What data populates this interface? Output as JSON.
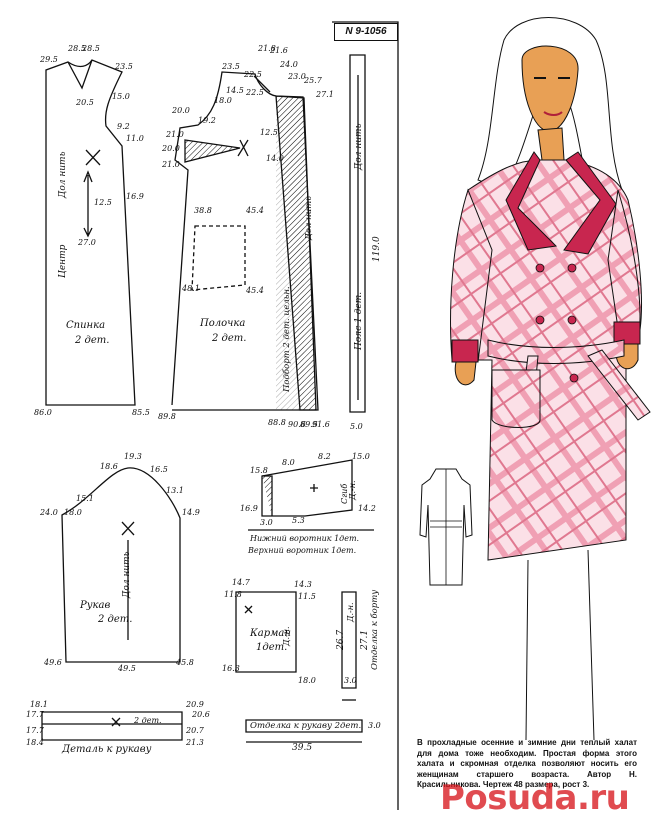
{
  "pattern_number": "N 9-1056",
  "pieces": {
    "back": {
      "name": "Спинка",
      "count": "2 дет.",
      "grain": "Дол нить",
      "center": "Центр",
      "measurements": [
        "29.5",
        "28.5",
        "28.5",
        "23.5",
        "20.5",
        "15.0",
        "9.2",
        "11.0",
        "16.9",
        "12.5",
        "27.0",
        "86.0",
        "85.5"
      ]
    },
    "front": {
      "name": "Полочка",
      "count": "2 дет.",
      "facing": "Подборт 2 дет. цельн.",
      "grain": "Дол нить",
      "measurements": [
        "23.5",
        "22.5",
        "21.8",
        "21.6",
        "24.0",
        "23.0",
        "22.5",
        "25.7",
        "27.1",
        "20.0",
        "19.2",
        "18.0",
        "14.5",
        "21.0",
        "20.0",
        "21.0",
        "12.5",
        "14.0",
        "38.8",
        "45.4",
        "48.1",
        "45.4",
        "89.8",
        "88.8",
        "90.6",
        "89.5",
        "91.6"
      ]
    },
    "belt": {
      "name": "Пояс 1 дет.",
      "grain": "Дол нить",
      "length": "119.0",
      "width": "5.0"
    },
    "sleeve": {
      "name": "Рукав",
      "count": "2 дет.",
      "grain": "Дол нить",
      "measurements": [
        "19.3",
        "18.6",
        "16.5",
        "15.1",
        "18.0",
        "13.1",
        "24.0",
        "14.9",
        "49.6",
        "49.5",
        "45.8"
      ]
    },
    "collar": {
      "lower": "Нижний воротник 1дет.",
      "upper": "Верхний воротник 1дет.",
      "fold": "Сгиб",
      "grain": "Д.-н.",
      "measurements": [
        "15.8",
        "8.0",
        "8.2",
        "15.0",
        "16.9",
        "5.3",
        "3.0",
        "14.2"
      ]
    },
    "pocket": {
      "name": "Карман",
      "count": "1дет.",
      "grain": "Д.-н.",
      "measurements": [
        "14.7",
        "11.8",
        "14.3",
        "11.5",
        "16.3",
        "18.0"
      ]
    },
    "cuff_trim": {
      "name": "Деталь к рукаву",
      "count": "2 дет.",
      "measurements": [
        "18.1",
        "17.7",
        "17.7",
        "18.4",
        "20.9",
        "20.6",
        "20.7",
        "21.3"
      ]
    },
    "sleeve_trim": {
      "name": "Отделка к рукаву 2дет.",
      "length": "39.5",
      "width": "3.0"
    },
    "collar_trim": {
      "name": "Отделка к борту",
      "grain": "Д.-н.",
      "length": "27.1",
      "value2": "26.7",
      "width": "3.0"
    }
  },
  "caption": "В прохладные осенние и зимние дни теплый халат для дома тоже необходим. Простая форма этого халата и скромная отделка позволяют носить его женщинам старшего возраста. Автор Н. Красильникова. Чертеж 48 размера, рост 3.",
  "watermark": "Posuda.ru",
  "colors": {
    "ink": "#111111",
    "check_pink": "#f0a0b4",
    "trim": "#c8264f",
    "skin": "#e8a055"
  }
}
